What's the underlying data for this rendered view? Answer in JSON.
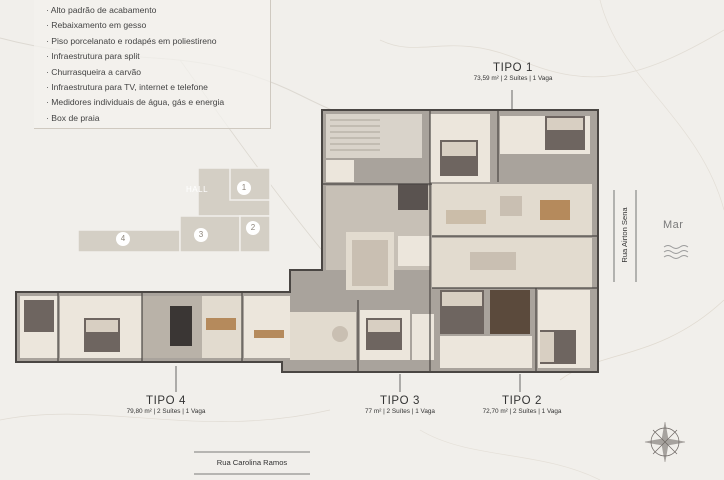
{
  "features": [
    "Alto padrão de acabamento",
    "Rebaixamento em gesso",
    "Piso porcelanato e rodapés em poliestireno",
    "Infraestrutura para split",
    "Churrasqueira a carvão",
    "Infraestrutura para TV, internet e telefone",
    "Medidores individuais de água, gás e energia",
    "Box de praia"
  ],
  "units": [
    {
      "name": "TIPO 1",
      "desc": "73,59 m² | 2 Suítes | 1 Vaga"
    },
    {
      "name": "TIPO 2",
      "desc": "72,70 m² | 2 Suítes | 1 Vaga"
    },
    {
      "name": "TIPO 3",
      "desc": "77 m² | 2 Suítes | 1 Vaga"
    },
    {
      "name": "TIPO 4",
      "desc": "79,80 m² | 2 Suítes | 1 Vaga"
    }
  ],
  "key_plan": {
    "hall_label": "HALL",
    "numbers": [
      "1",
      "2",
      "3",
      "4"
    ]
  },
  "streets": {
    "east": "Rua Airton Sena",
    "south": "Rua Carolina Ramos"
  },
  "sea_label": "Mar",
  "colors": {
    "background": "#f1efeb",
    "slab": "#a9a39c",
    "wall": "#4a4643",
    "floor_light": "#ece6dc",
    "wood": "#b58a5c",
    "keyplan": "#d4cfc5"
  }
}
